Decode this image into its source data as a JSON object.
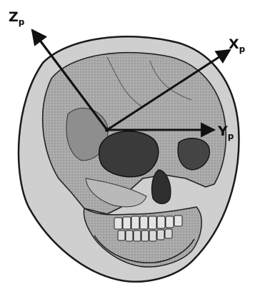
{
  "figure": {
    "subject": "skull",
    "axes": [
      {
        "id": "z",
        "letter": "Z",
        "subscript": "p"
      },
      {
        "id": "x",
        "letter": "X",
        "subscript": "p"
      },
      {
        "id": "y",
        "letter": "Y",
        "subscript": "p"
      }
    ],
    "colors": {
      "background": "#ffffff",
      "ink": "#111111",
      "halo": "#c9c9c9",
      "bone": "#a8a8a8",
      "shadow": "#3a3a3a",
      "highlight": "#d8d8d8"
    }
  }
}
